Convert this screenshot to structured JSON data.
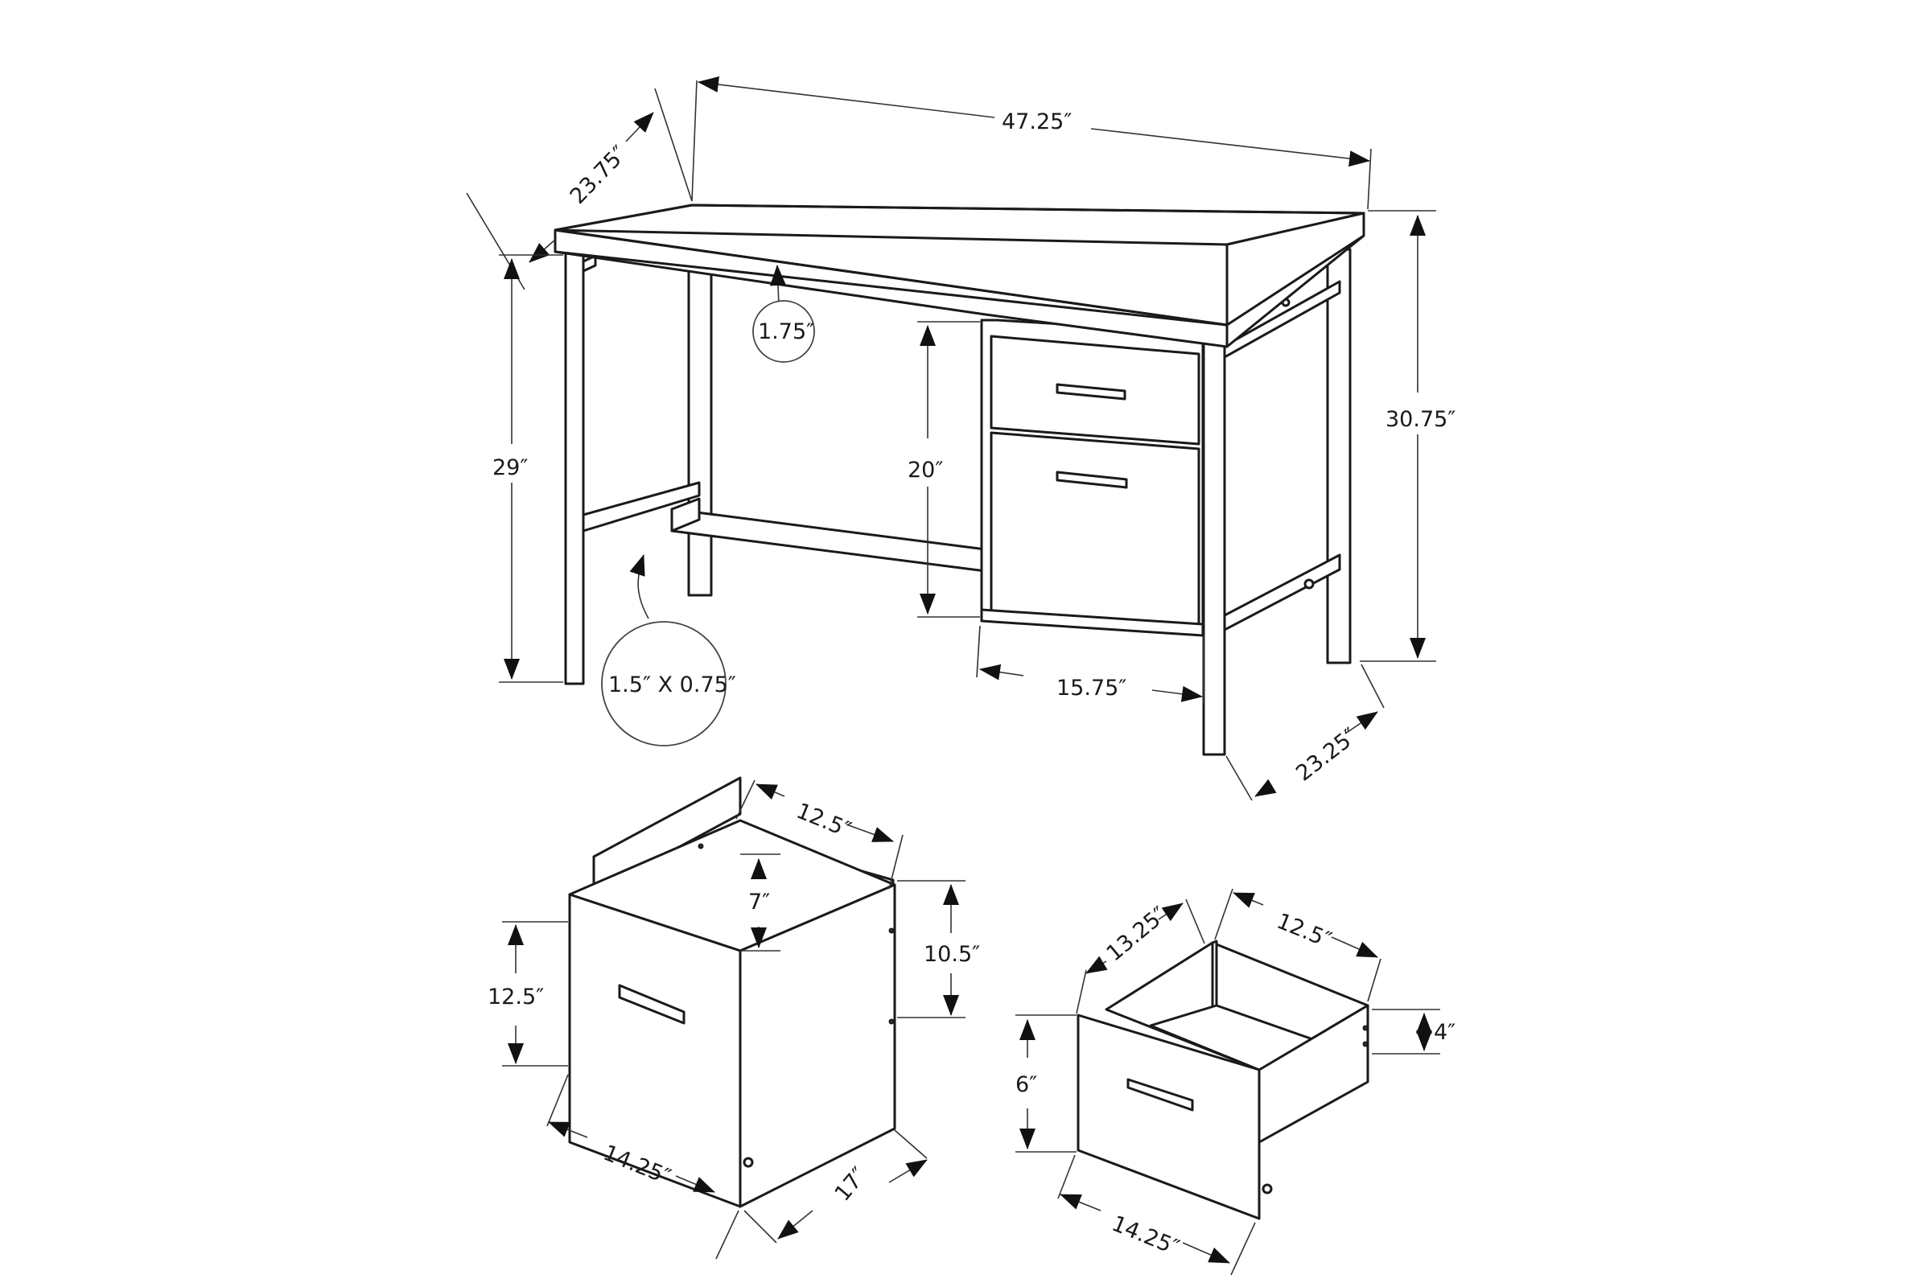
{
  "diagram": {
    "title": "Desk product dimension diagram",
    "colors": {
      "line": "#1a1a1a",
      "dimension": "#333333",
      "background": "#ffffff"
    },
    "desk": {
      "width": "47.25″",
      "depth_top": "23.75″",
      "height_total": "30.75″",
      "leg_clearance_height": "29″",
      "top_thickness": "1.75″",
      "leg_profile": "1.5″ X 0.75″",
      "cabinet_height": "20″",
      "cabinet_width": "15.75″",
      "depth_base": "23.25″"
    },
    "file_drawer": {
      "front_height": "12.5″",
      "inner_width": "12.5″",
      "inner_height": "7″",
      "side_height": "10.5″",
      "front_width": "14.25″",
      "depth": "17″"
    },
    "small_drawer": {
      "depth": "13.25″",
      "inner_width": "12.5″",
      "front_height": "6″",
      "side_height": "4″",
      "front_width": "14.25″"
    }
  }
}
